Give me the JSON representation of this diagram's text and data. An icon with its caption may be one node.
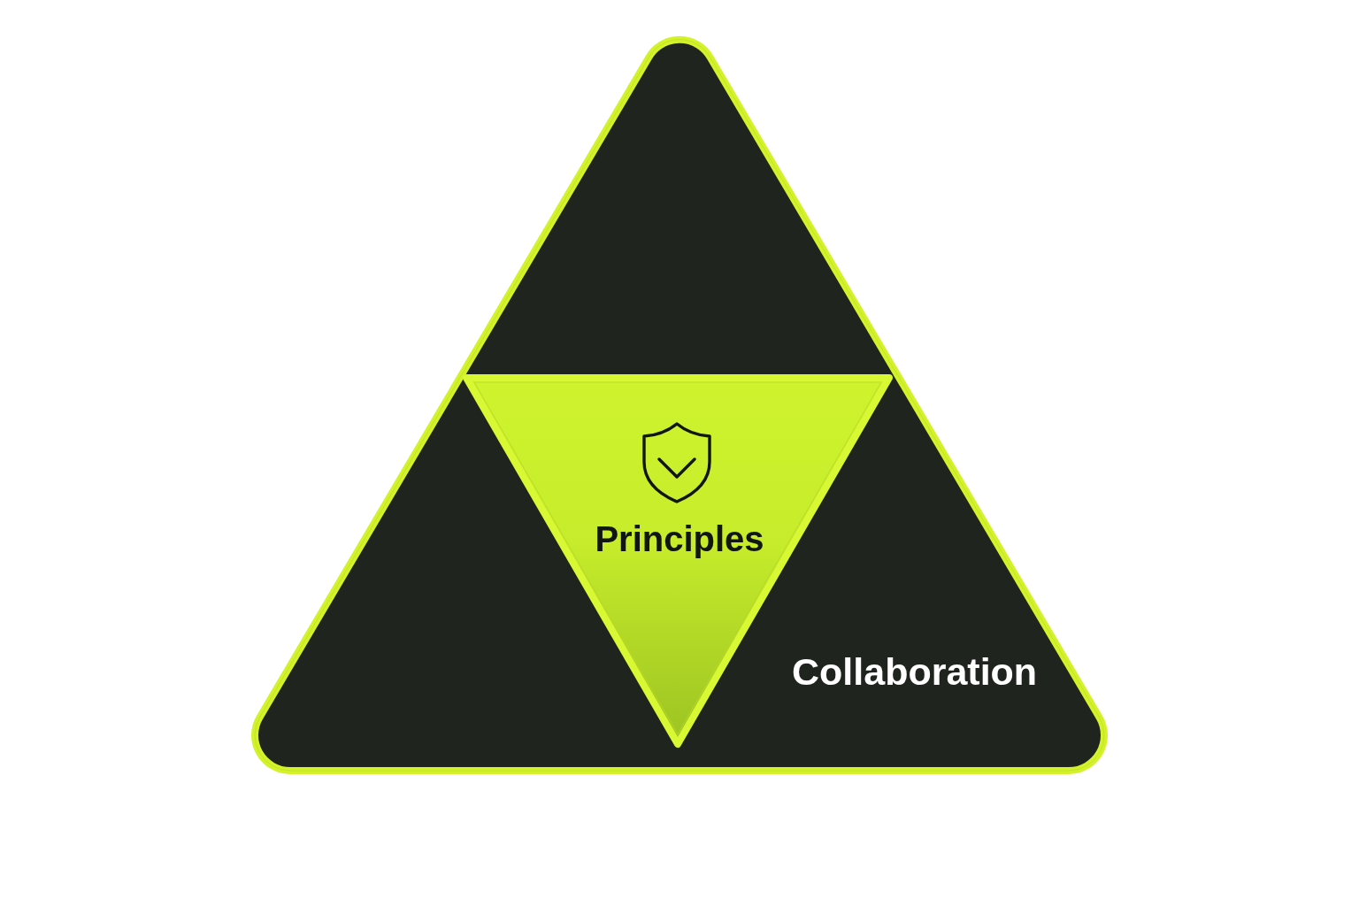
{
  "diagram": {
    "nodes": [
      {
        "text": [
          "Collaboration"
        ]
      },
      {
        "text": [
          "Principles"
        ],
        "in": 0
      }
    ]
  }
}
